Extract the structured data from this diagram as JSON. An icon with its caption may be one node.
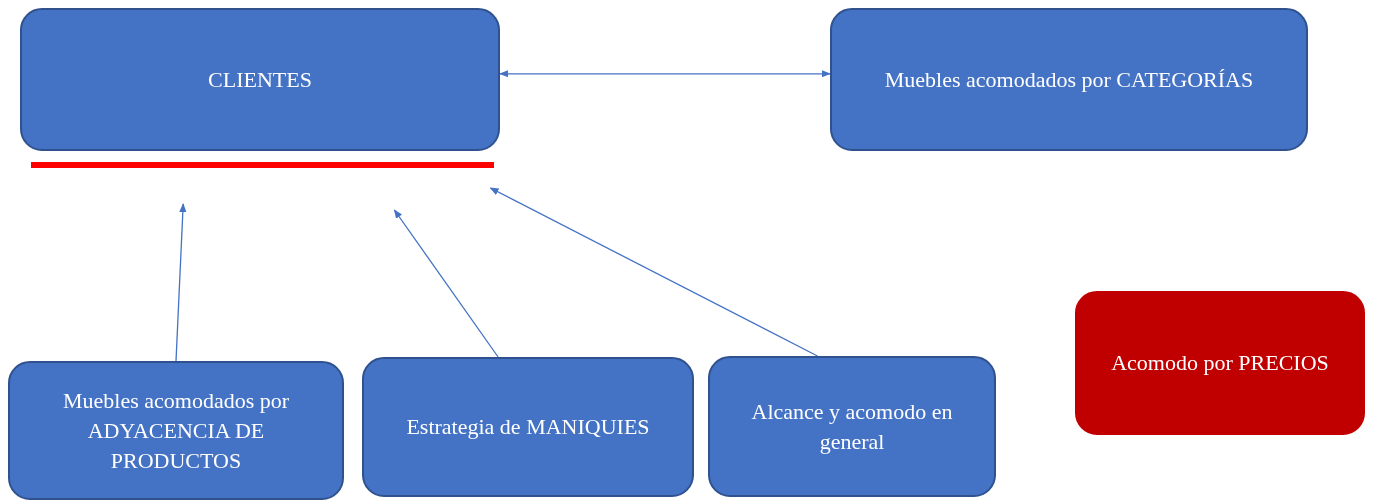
{
  "diagram": {
    "nodes": [
      {
        "text": [
          "CLIENTES"
        ]
      },
      {
        "text": [
          "Muebles acomodados por CATEGORÍAS"
        ]
      },
      {
        "text": [
          "Muebles acomodados por ADYACENCIA DE PRODUCTOS"
        ]
      },
      {
        "text": [
          "Estrategia de MANIQUIES"
        ]
      },
      {
        "text": [
          "Alcance y acomodo en general"
        ]
      },
      {
        "text": [
          "Acomodo por PRECIOS"
        ]
      }
    ],
    "edges": [
      {
        "from": 0,
        "to": 1,
        "arrow": "both"
      },
      {
        "from": 2,
        "to": 0,
        "arrow": "to"
      },
      {
        "from": 3,
        "to": 0,
        "arrow": "to"
      },
      {
        "from": 4,
        "to": 0,
        "arrow": "to"
      }
    ]
  }
}
